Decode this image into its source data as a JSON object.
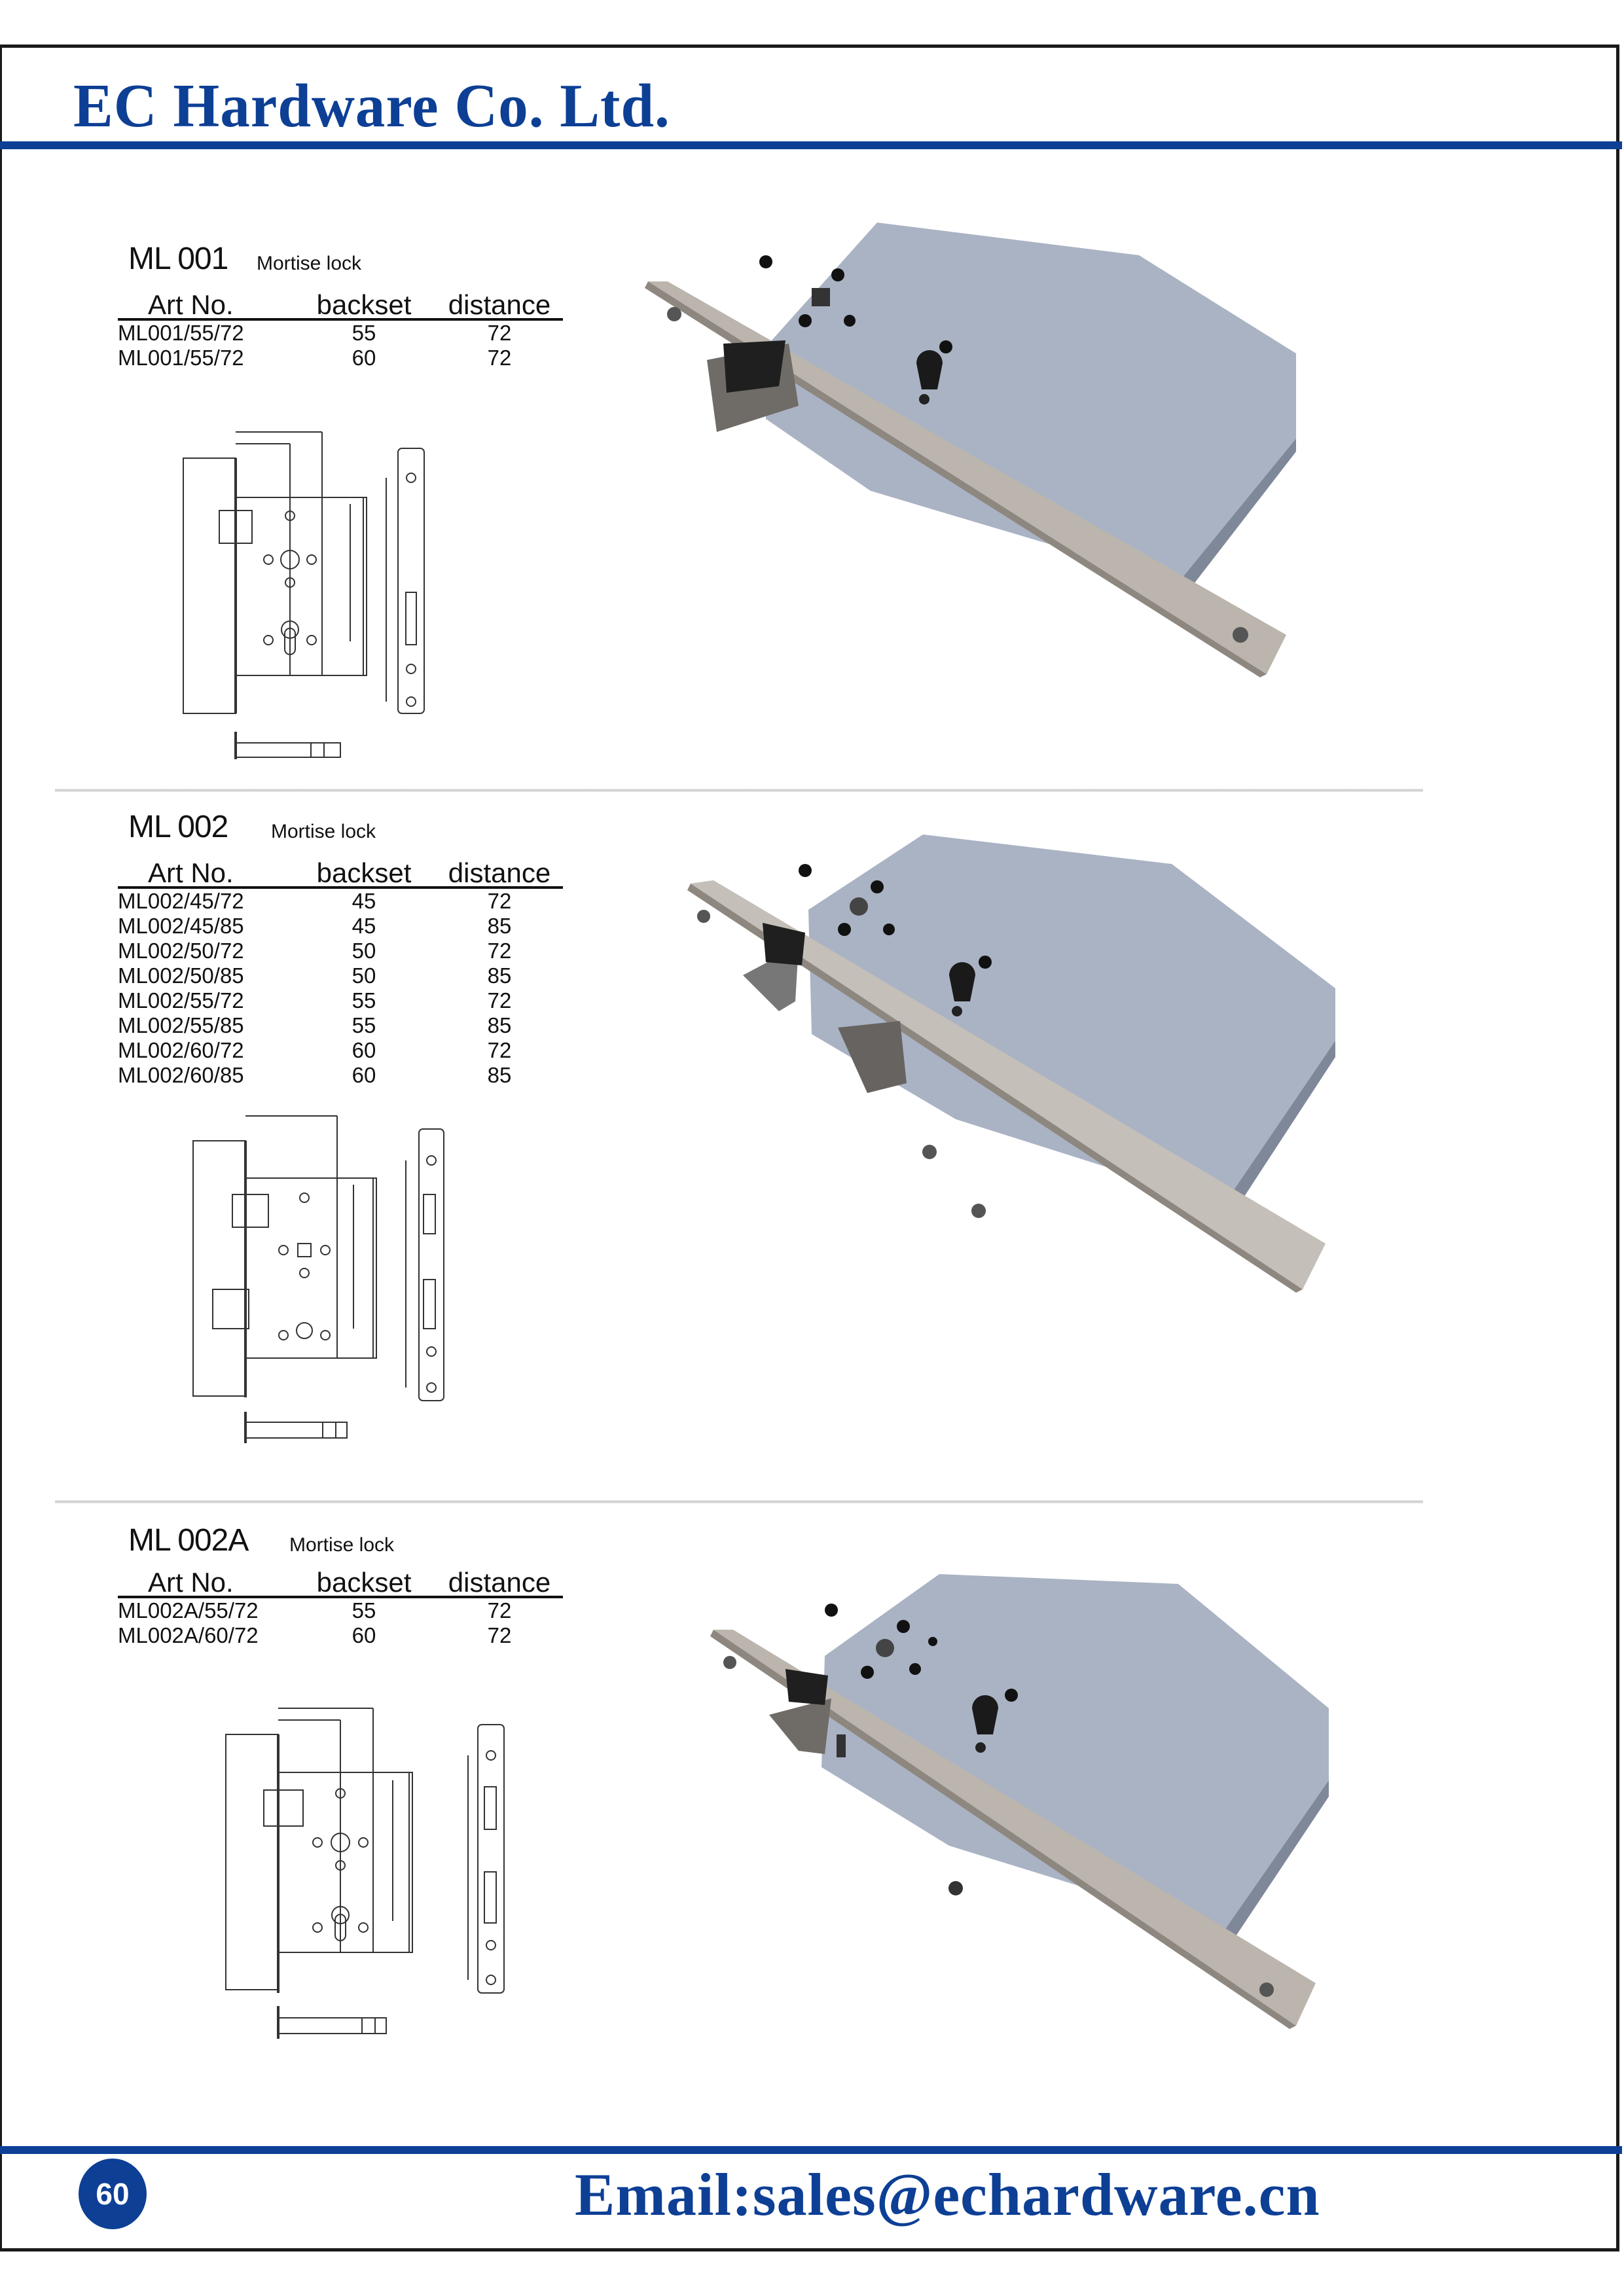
{
  "header": {
    "brand": "EC Hardware Co. Ltd."
  },
  "colors": {
    "brand_blue": "#0d3f95",
    "frame": "#1a1a1a",
    "lock_body": "#aab3c4",
    "faceplate": "#b8b3ab"
  },
  "products": [
    {
      "model": "ML 001",
      "type": "Mortise lock",
      "columns": [
        "Art No.",
        "backset",
        "distance"
      ],
      "rows": [
        [
          "ML001/55/72",
          "55",
          "72"
        ],
        [
          "ML001/55/72",
          "60",
          "72"
        ]
      ],
      "drawing_icon": "technical-drawing-icon",
      "photo_icon": "mortise-lock-photo"
    },
    {
      "model": "ML 002",
      "type": "Mortise lock",
      "columns": [
        "Art No.",
        "backset",
        "distance"
      ],
      "rows": [
        [
          "ML002/45/72",
          "45",
          "72"
        ],
        [
          "ML002/45/85",
          "45",
          "85"
        ],
        [
          "ML002/50/72",
          "50",
          "72"
        ],
        [
          "ML002/50/85",
          "50",
          "85"
        ],
        [
          "ML002/55/72",
          "55",
          "72"
        ],
        [
          "ML002/55/85",
          "55",
          "85"
        ],
        [
          "ML002/60/72",
          "60",
          "72"
        ],
        [
          "ML002/60/85",
          "60",
          "85"
        ]
      ],
      "drawing_icon": "technical-drawing-icon",
      "photo_icon": "mortise-lock-photo"
    },
    {
      "model": "ML 002A",
      "type": "Mortise lock",
      "columns": [
        "Art No.",
        "backset",
        "distance"
      ],
      "rows": [
        [
          "ML002A/55/72",
          "55",
          "72"
        ],
        [
          "ML002A/60/72",
          "60",
          "72"
        ]
      ],
      "drawing_icon": "technical-drawing-icon",
      "photo_icon": "mortise-lock-photo"
    }
  ],
  "footer": {
    "page_number": "60",
    "email": "Email:sales@echardware.cn"
  }
}
